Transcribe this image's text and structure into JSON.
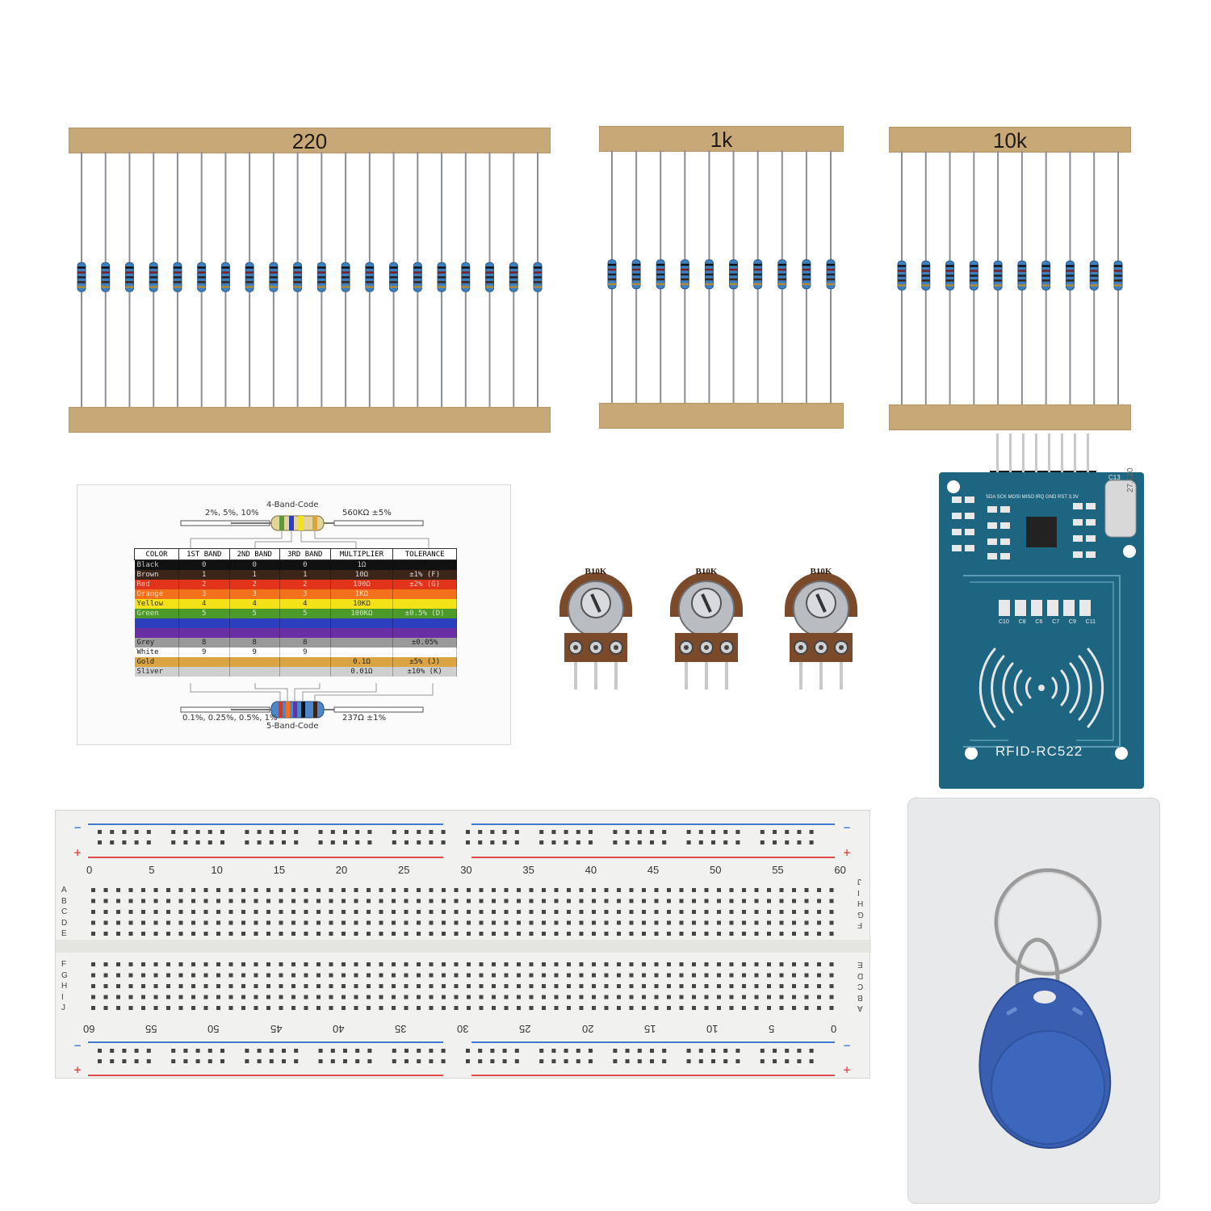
{
  "resistors": [
    {
      "label": "220",
      "count": 20
    },
    {
      "label": "1k",
      "count": 10
    },
    {
      "label": "10k",
      "count": 10
    }
  ],
  "color_code_card": {
    "four_band_title": "4-Band-Code",
    "five_band_title": "5-Band-Code",
    "four_band_left": "2%, 5%, 10%",
    "four_band_right": "560KΩ ±5%",
    "five_band_left": "0.1%, 0.25%, 0.5%, 1%",
    "five_band_right": "237Ω ±1%",
    "headers": [
      "COLOR",
      "1ST BAND",
      "2ND BAND",
      "3RD BAND",
      "MULTIPLIER",
      "TOLERANCE"
    ],
    "rows": [
      {
        "color": "Black",
        "b1": "0",
        "b2": "0",
        "b3": "0",
        "mult": "1Ω",
        "tol": "",
        "bg": "#111111",
        "fg": "#cccccc"
      },
      {
        "color": "Brown",
        "b1": "1",
        "b2": "1",
        "b3": "1",
        "mult": "10Ω",
        "tol": "±1%      (F)",
        "bg": "#3b2418",
        "fg": "#dddddd"
      },
      {
        "color": "Red",
        "b1": "2",
        "b2": "2",
        "b3": "2",
        "mult": "100Ω",
        "tol": "±2%      (G)",
        "bg": "#e2341b",
        "fg": "#f6c4b5"
      },
      {
        "color": "Orange",
        "b1": "3",
        "b2": "3",
        "b3": "3",
        "mult": "1KΩ",
        "tol": "",
        "bg": "#f3701c",
        "fg": "#ffd9bd"
      },
      {
        "color": "Yellow",
        "b1": "4",
        "b2": "4",
        "b3": "4",
        "mult": "10KΩ",
        "tol": "",
        "bg": "#f4e219",
        "fg": "#333333"
      },
      {
        "color": "Green",
        "b1": "5",
        "b2": "5",
        "b3": "5",
        "mult": "100KΩ",
        "tol": "±0.5%    (D)",
        "bg": "#4c9a2a",
        "fg": "#cfe8c2"
      },
      {
        "color": "",
        "b1": "",
        "b2": "",
        "b3": "",
        "mult": "",
        "tol": "",
        "bg": "#2b3fbf",
        "fg": "#ffffff"
      },
      {
        "color": "",
        "b1": "",
        "b2": "",
        "b3": "",
        "mult": "",
        "tol": "",
        "bg": "#6a2fa5",
        "fg": "#ffffff"
      },
      {
        "color": "Grey",
        "b1": "8",
        "b2": "8",
        "b3": "8",
        "mult": "",
        "tol": "±0.05%",
        "bg": "#9a9a9a",
        "fg": "#222222"
      },
      {
        "color": "White",
        "b1": "9",
        "b2": "9",
        "b3": "9",
        "mult": "",
        "tol": "",
        "bg": "#ffffff",
        "fg": "#222222"
      },
      {
        "color": "Gold",
        "b1": "",
        "b2": "",
        "b3": "",
        "mult": "0.1Ω",
        "tol": "±5%      (J)",
        "bg": "#d9a441",
        "fg": "#222222"
      },
      {
        "color": "Sliver",
        "b1": "",
        "b2": "",
        "b3": "",
        "mult": "0.01Ω",
        "tol": "±10%     (K)",
        "bg": "#cfcfcf",
        "fg": "#222222"
      }
    ]
  },
  "potentiometers": [
    {
      "label": "B10K"
    },
    {
      "label": "B10K"
    },
    {
      "label": "B10K"
    }
  ],
  "rfid_module": {
    "name": "RFID-RC522",
    "crystal": "27.120",
    "pin_labels": "SDA SCK MOSI MISO IRQ GND RST 3.3V",
    "cap_labels": [
      "C10",
      "C8",
      "C6",
      "C7",
      "C9",
      "C11"
    ],
    "top_label": "C13"
  },
  "breadboard": {
    "top_numbers": [
      "0",
      "5",
      "10",
      "15",
      "20",
      "25",
      "30",
      "35",
      "40",
      "45",
      "50",
      "55",
      "60"
    ],
    "bottom_numbers": [
      "60",
      "55",
      "50",
      "45",
      "40",
      "35",
      "30",
      "25",
      "20",
      "15",
      "10",
      "5",
      "0"
    ],
    "left_letters_top": [
      "A",
      "B",
      "C",
      "D",
      "E"
    ],
    "left_letters_bottom": [
      "F",
      "G",
      "H",
      "I",
      "J"
    ],
    "right_letters_top": [
      "J",
      "I",
      "H",
      "G",
      "F"
    ],
    "right_letters_bottom": [
      "E",
      "D",
      "C",
      "B",
      "A"
    ],
    "minus": "−",
    "plus": "+"
  },
  "colors": {
    "tape": "#c9a878",
    "resistor_body": "#3d7fbf",
    "pcb": "#1d6580",
    "tag": "#3a5fb0",
    "rail_blue": "#3f7ad0",
    "rail_red": "#e04a4a"
  }
}
